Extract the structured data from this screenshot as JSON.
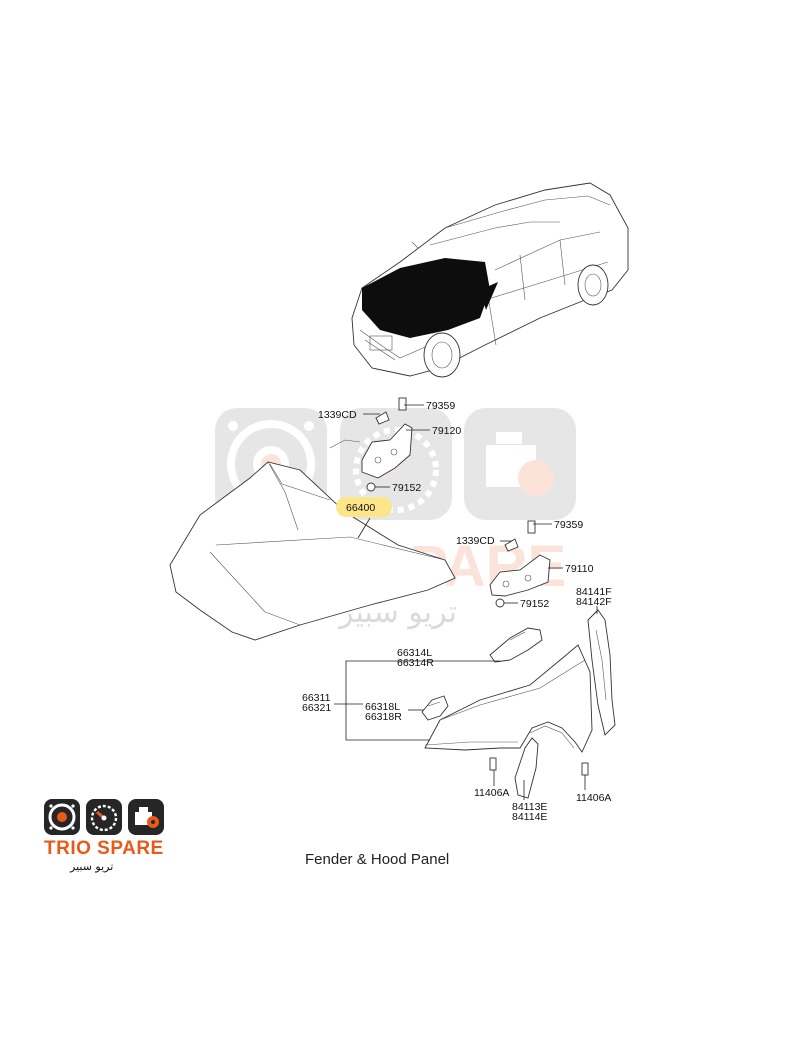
{
  "diagram": {
    "title": "Fender & Hood Panel",
    "highlight_color": "#fde58a",
    "parts": {
      "hood_panel": "66400",
      "nut_1": "1339CD",
      "bolt_1": "79359",
      "hinge_lh": "79120",
      "bolt_2": "79152",
      "nut_2": "1339CD",
      "bolt_3": "79359",
      "hinge_rh": "79110",
      "bolt_4": "79152",
      "guard_1": "84141F",
      "guard_2": "84142F",
      "reinf_1": "66314L",
      "reinf_2": "66314R",
      "fender_1": "66311",
      "fender_2": "66321",
      "bracket_1": "66318L",
      "bracket_2": "66318R",
      "screw_1": "11406A",
      "cover_1": "84113E",
      "cover_2": "84114E",
      "screw_2": "11406A"
    }
  },
  "branding": {
    "name": "TRIO SPARE",
    "arabic": "تريو سبير",
    "watermark_name": "TRIO SPARE",
    "watermark_arabic": "تريو سبير",
    "accent_color": "#e85a1a",
    "icons": [
      "speaker-icon",
      "speedometer-icon",
      "engine-icon"
    ]
  }
}
